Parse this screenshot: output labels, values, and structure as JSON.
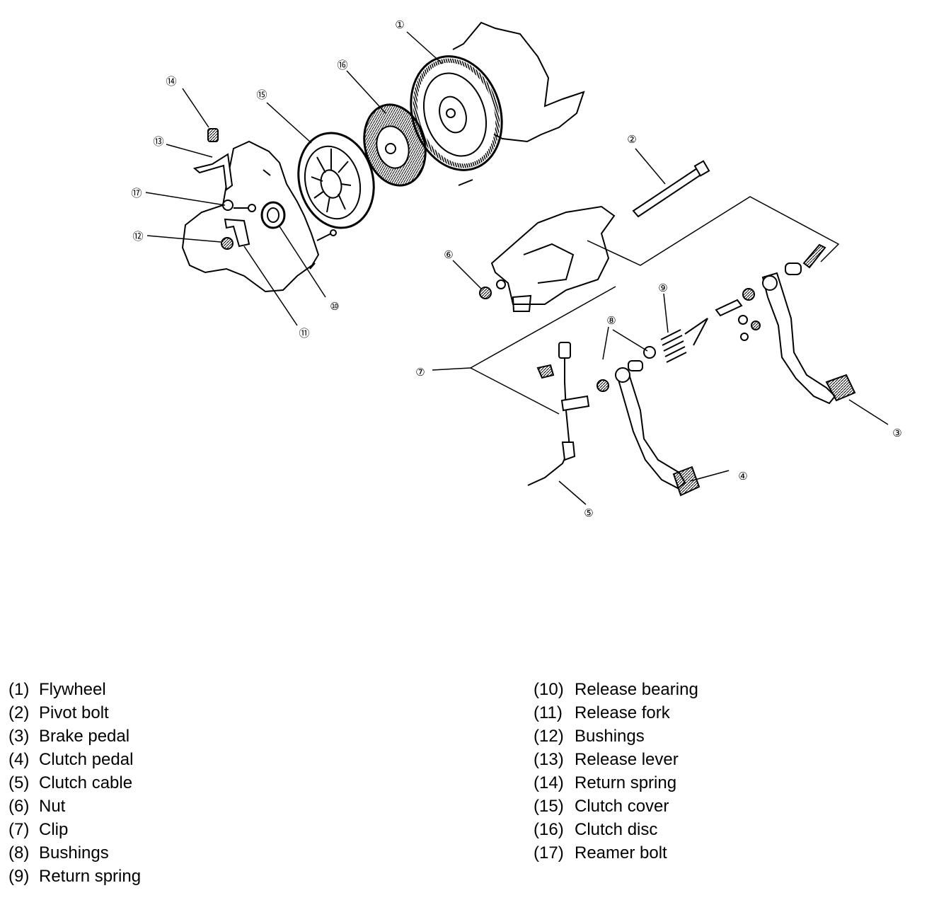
{
  "diagram": {
    "callouts": [
      {
        "id": "1",
        "label": "①"
      },
      {
        "id": "2",
        "label": "②"
      },
      {
        "id": "3",
        "label": "③"
      },
      {
        "id": "4",
        "label": "④"
      },
      {
        "id": "5",
        "label": "⑤"
      },
      {
        "id": "6",
        "label": "⑥"
      },
      {
        "id": "7",
        "label": "⑦"
      },
      {
        "id": "8",
        "label": "⑧"
      },
      {
        "id": "9",
        "label": "⑨"
      },
      {
        "id": "10",
        "label": "⑩"
      },
      {
        "id": "11",
        "label": "⑪"
      },
      {
        "id": "12",
        "label": "⑫"
      },
      {
        "id": "13",
        "label": "⑬"
      },
      {
        "id": "14",
        "label": "⑭"
      },
      {
        "id": "15",
        "label": "⑮"
      },
      {
        "id": "16",
        "label": "⑯"
      },
      {
        "id": "17",
        "label": "⑰"
      }
    ]
  },
  "legend": {
    "left": [
      {
        "num": "(1)",
        "name": "Flywheel"
      },
      {
        "num": "(2)",
        "name": "Pivot bolt"
      },
      {
        "num": "(3)",
        "name": "Brake pedal"
      },
      {
        "num": "(4)",
        "name": "Clutch pedal"
      },
      {
        "num": "(5)",
        "name": "Clutch cable"
      },
      {
        "num": "(6)",
        "name": "Nut"
      },
      {
        "num": "(7)",
        "name": "Clip"
      },
      {
        "num": "(8)",
        "name": "Bushings"
      },
      {
        "num": "(9)",
        "name": "Return spring"
      }
    ],
    "right": [
      {
        "num": "(10)",
        "name": "Release bearing"
      },
      {
        "num": "(11)",
        "name": "Release fork"
      },
      {
        "num": "(12)",
        "name": "Bushings"
      },
      {
        "num": "(13)",
        "name": "Release lever"
      },
      {
        "num": "(14)",
        "name": "Return spring"
      },
      {
        "num": "(15)",
        "name": "Clutch cover"
      },
      {
        "num": "(16)",
        "name": "Clutch disc"
      },
      {
        "num": "(17)",
        "name": "Reamer bolt"
      }
    ]
  }
}
